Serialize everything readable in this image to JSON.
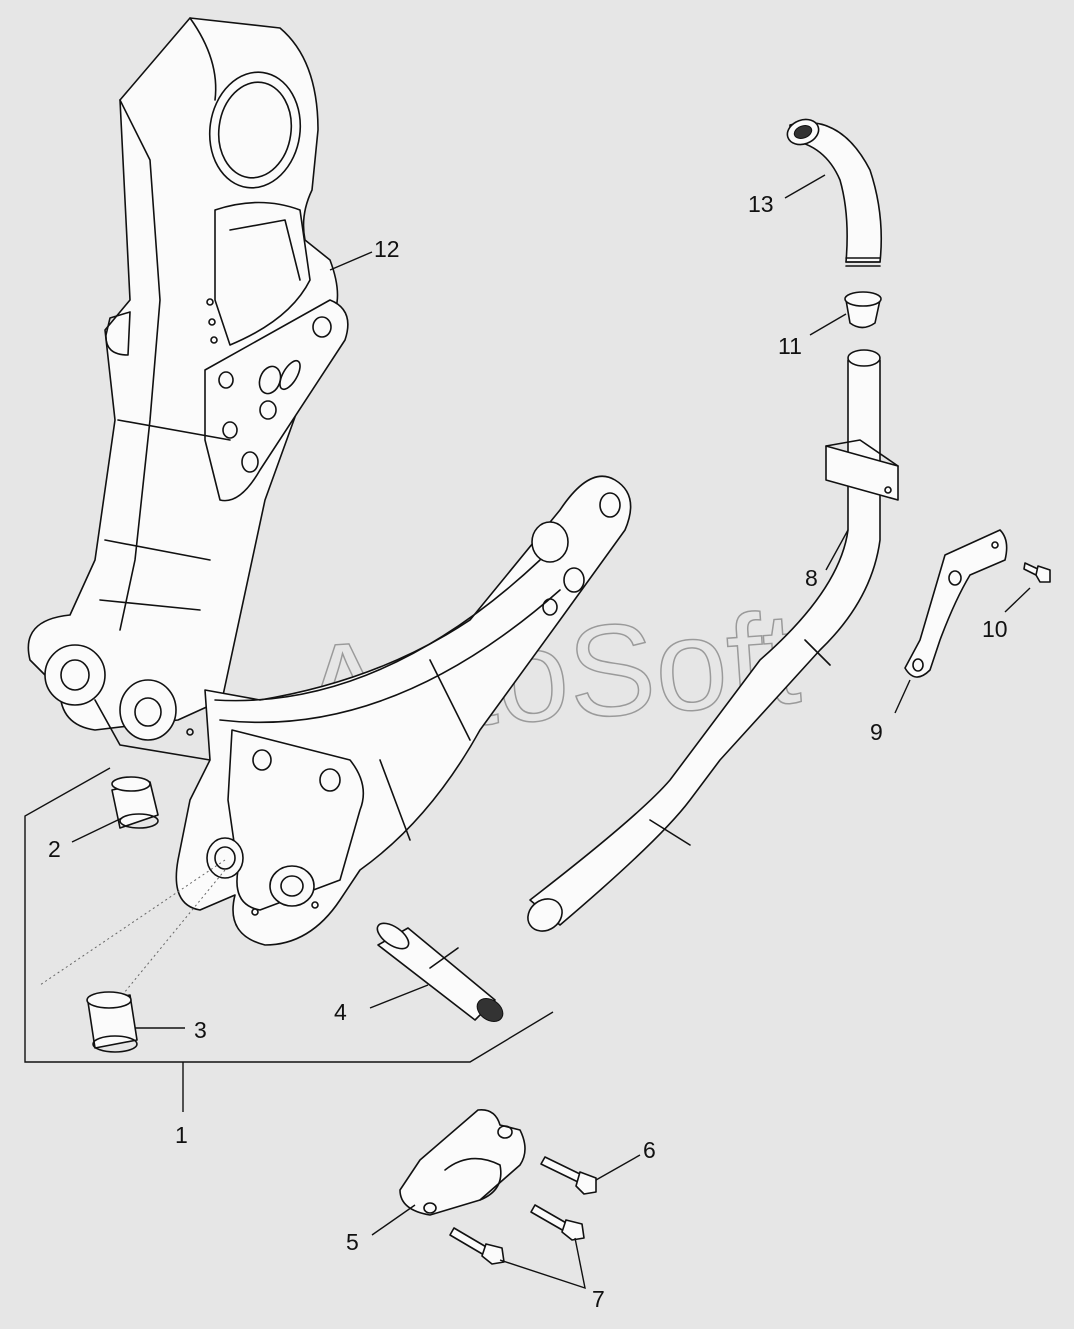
{
  "watermark": "AutoSoft",
  "callouts": {
    "c1": "1",
    "c2": "2",
    "c3": "3",
    "c4": "4",
    "c5": "5",
    "c6": "6",
    "c7": "7",
    "c8": "8",
    "c9": "9",
    "c10": "10",
    "c11": "11",
    "c12": "12",
    "c13": "13"
  },
  "colors": {
    "background": "#e6e6e6",
    "line": "#111111",
    "watermark": "#9a9a9a"
  }
}
